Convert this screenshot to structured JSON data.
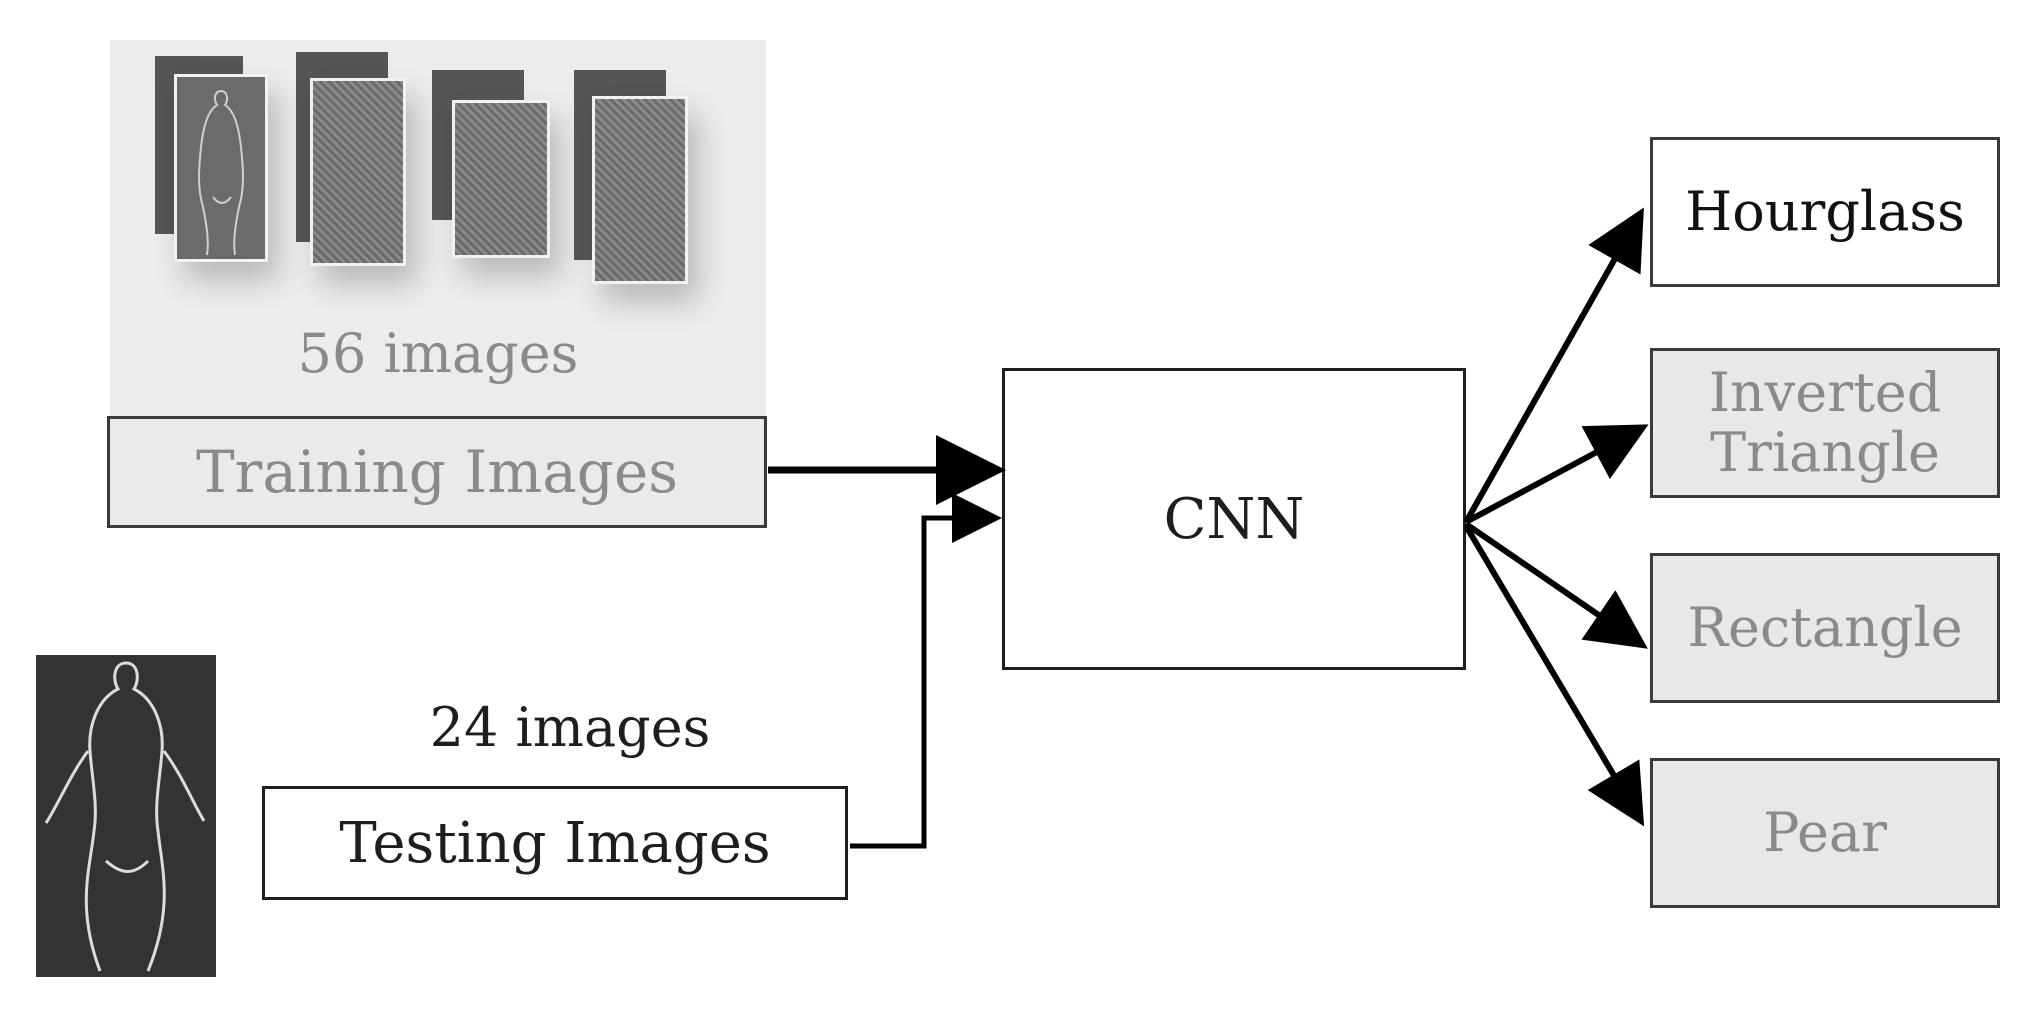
{
  "training": {
    "count_label": "56 images",
    "box_label": "Training Images"
  },
  "testing": {
    "count_label": "24 images",
    "box_label": "Testing Images"
  },
  "model": {
    "label": "CNN"
  },
  "classes": [
    {
      "label": "Hourglass"
    },
    {
      "label": "Inverted\nTriangle"
    },
    {
      "label": "Rectangle"
    },
    {
      "label": "Pear"
    }
  ]
}
